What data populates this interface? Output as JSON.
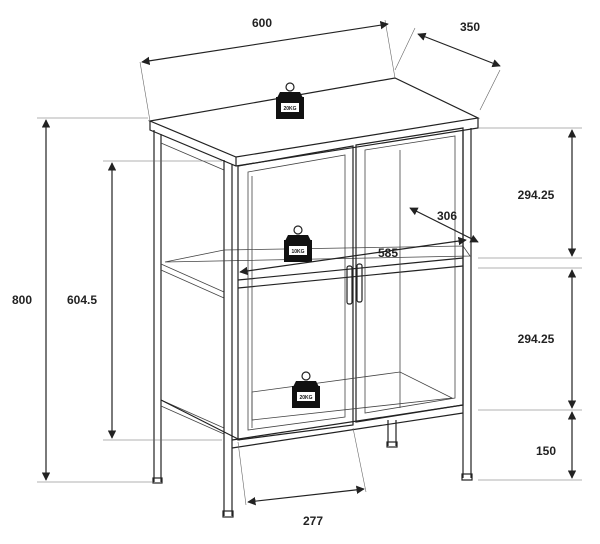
{
  "dimensions": {
    "width_top": "600",
    "depth_top": "350",
    "height_total": "800",
    "height_inner": "604.5",
    "shelf_depth": "306",
    "shelf_width": "585",
    "compartment_upper": "294.25",
    "compartment_lower": "294.25",
    "leg_height": "150",
    "door_width": "277"
  },
  "weights": {
    "top": "20KG",
    "shelf": "10KG",
    "bottom": "20KG"
  }
}
